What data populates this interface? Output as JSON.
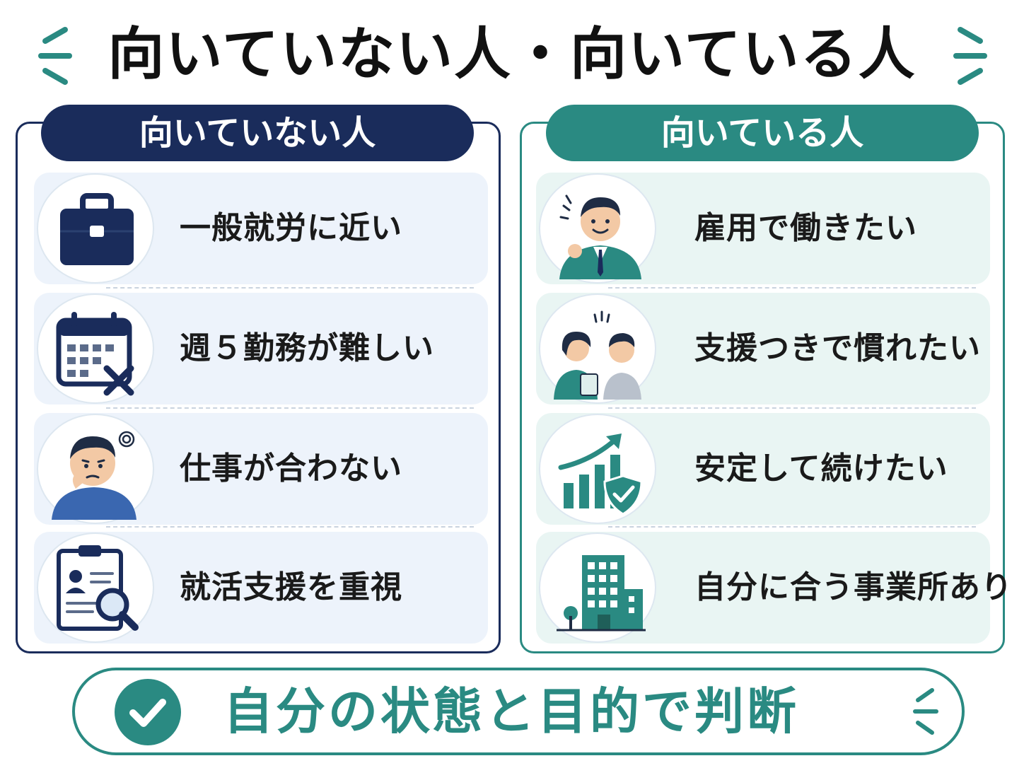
{
  "title": "向いていない人・向いている人",
  "left": {
    "header": "向いていない人",
    "items": [
      {
        "label": "一般就労に近い",
        "icon": "briefcase-icon"
      },
      {
        "label": "週５勤務が難しい",
        "icon": "calendar-cross-icon"
      },
      {
        "label": "仕事が合わない",
        "icon": "worried-person-icon"
      },
      {
        "label": "就活支援を重視",
        "icon": "resume-search-icon"
      }
    ]
  },
  "right": {
    "header": "向いている人",
    "items": [
      {
        "label": "雇用で働きたい",
        "icon": "businessman-icon"
      },
      {
        "label": "支援つきで慣れたい",
        "icon": "support-conversation-icon"
      },
      {
        "label": "安定して続けたい",
        "icon": "growth-shield-icon"
      },
      {
        "label": "自分に合う事業所あり",
        "icon": "office-building-icon"
      }
    ]
  },
  "conclusion": {
    "text": "自分の状態と目的で判断",
    "icon": "check-icon"
  },
  "colors": {
    "navy": "#1a2c5b",
    "teal": "#2a8a82",
    "left_row_bg": "#edf3fb",
    "right_row_bg": "#e9f5f3"
  }
}
